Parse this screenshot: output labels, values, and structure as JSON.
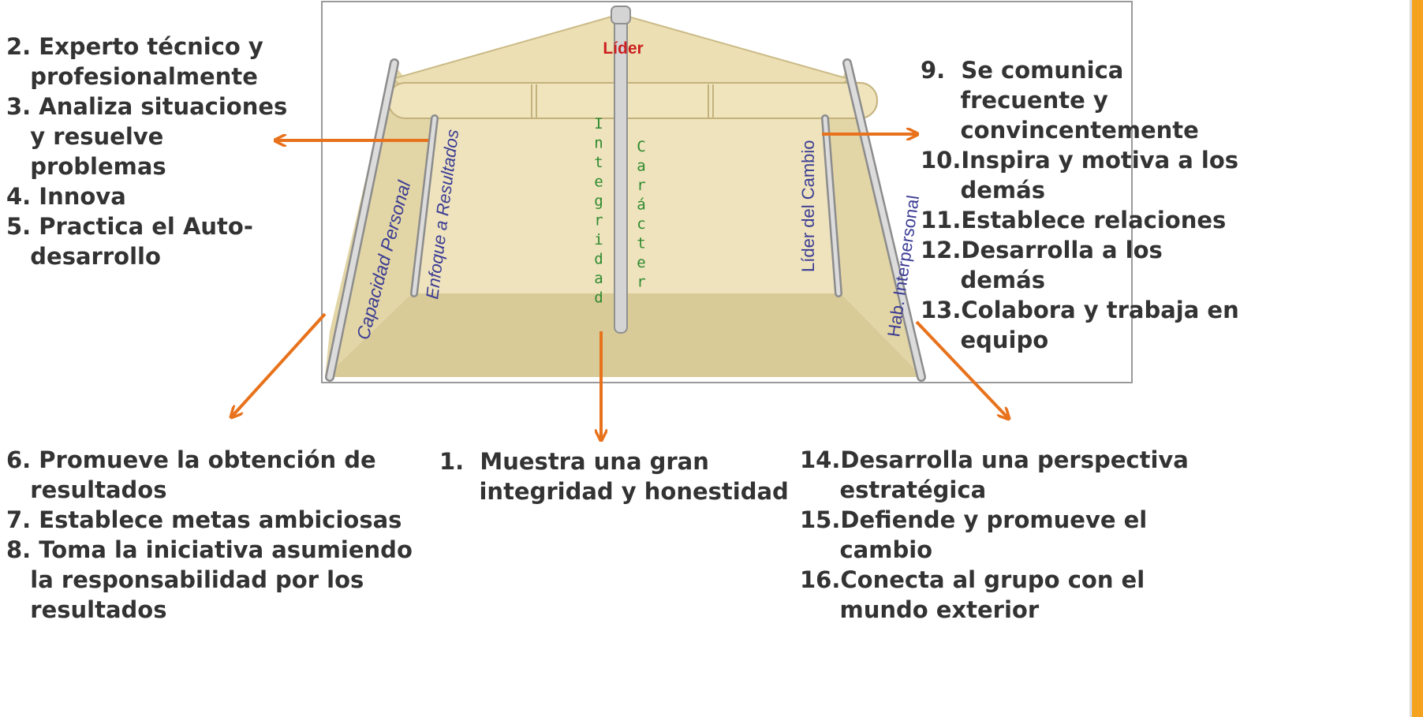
{
  "tent": {
    "top_label": "Líder",
    "center_left_label": "Integridad",
    "center_right_label": "Carácter",
    "left_outer_label": "Capacidad Personal",
    "left_inner_label": "Enfoque a Resultados",
    "right_inner_label": "Líder del Cambio",
    "right_outer_label": "Hab. Interpersonal"
  },
  "lists": {
    "top_left": [
      "2. Experto técnico y",
      "   profesionalmente",
      "3. Analiza situaciones",
      "   y resuelve",
      "   problemas",
      "4. Innova",
      "5. Practica el Auto-",
      "   desarrollo"
    ],
    "top_right": [
      "9.  Se comunica",
      "     frecuente y",
      "     convincentemente",
      "10.Inspira y motiva a los",
      "     demás",
      "11.Establece relaciones",
      "12.Desarrolla a los",
      "     demás",
      "13.Colabora y trabaja en",
      "     equipo"
    ],
    "bottom_left": [
      "6. Promueve la obtención de",
      "   resultados",
      "7. Establece metas ambiciosas",
      "8. Toma la iniciativa asumiendo",
      "   la responsabilidad por los",
      "   resultados"
    ],
    "bottom_center": [
      "1.  Muestra una gran",
      "     integridad y honestidad"
    ],
    "bottom_right": [
      "14.Desarrolla una perspectiva",
      "     estratégica",
      "15.Defiende y promueve el",
      "     cambio",
      "16.Conecta al grupo con el",
      "     mundo exterior"
    ]
  },
  "colors": {
    "arrow": "#e8721c",
    "canvas_fill": "#e8dcb0",
    "roof_fill": "#eee2bb",
    "pole": "#c8c8c8",
    "label_blue": "#3b3c94",
    "label_green": "#2f8a2f",
    "label_red": "#cc2020",
    "text": "#333333",
    "side_bar": "#f5a31f"
  }
}
